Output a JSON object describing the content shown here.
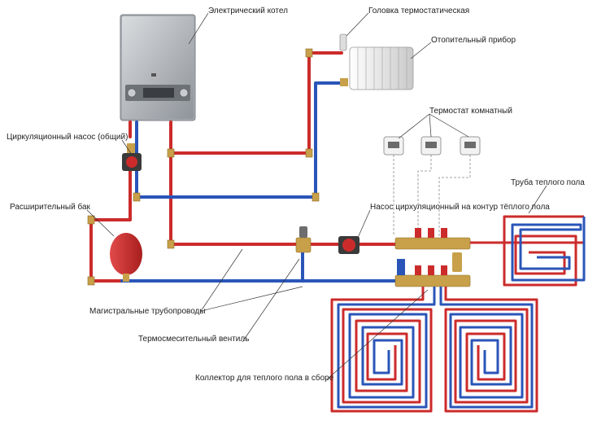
{
  "labels": {
    "boiler": "Электрический котел",
    "thermo_head": "Головка термостатическая",
    "heater": "Отопительный прибор",
    "room_thermostat": "Термостат комнатный",
    "circ_pump_general": "Циркуляционный насос (общий)",
    "floor_pipe": "Труба теплого пола",
    "expansion_tank": "Расширительный бак",
    "circuit_pump": "Насос цирхуляционный на контур тёплого пола",
    "main_pipes": "Магистральные трубопроводы",
    "mixing_valve": "Термосмесительный вентиль",
    "collector": "Коллектор для теплого пола в сборе"
  },
  "colors": {
    "hot_pipe": "#cc2b2b",
    "cold_pipe": "#2a55b8",
    "fitting": "#c8a04a",
    "boiler_body": "#9ea3a8"
  }
}
